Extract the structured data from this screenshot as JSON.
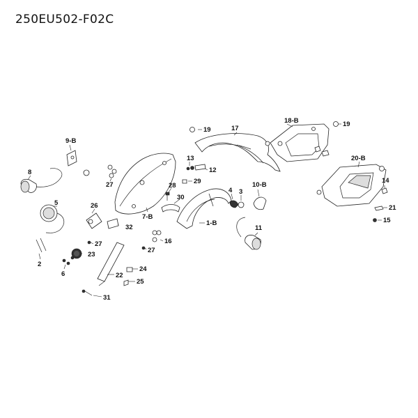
{
  "diagram": {
    "code": "250EU502-F02C",
    "callouts": {
      "c1": "1-B",
      "c2": "2",
      "c3": "3",
      "c4": "4",
      "c5": "5",
      "c6": "6",
      "c7": "7-B",
      "c8": "8",
      "c9": "9-B",
      "c10": "10-B",
      "c11": "11",
      "c12": "12",
      "c13": "13",
      "c14": "14",
      "c15": "15",
      "c16": "16",
      "c17": "17",
      "c18": "18-B",
      "c19a": "19",
      "c19b": "19",
      "c20": "20-B",
      "c21": "21",
      "c22": "22",
      "c23": "23",
      "c24": "24",
      "c25": "25",
      "c26": "26",
      "c27a": "27",
      "c27b": "27",
      "c27c": "27",
      "c28": "28",
      "c29": "29",
      "c30": "30",
      "c31": "31",
      "c32": "32"
    }
  }
}
